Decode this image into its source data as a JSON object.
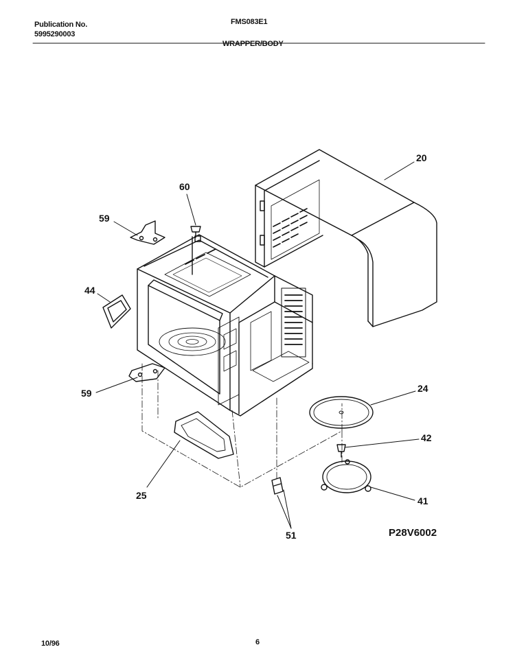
{
  "header": {
    "publication_label": "Publication No.",
    "publication_number": "5995290003",
    "model": "FMS083E1",
    "section_title": "WRAPPER/BODY"
  },
  "callouts": {
    "c20": "20",
    "c60": "60",
    "c59_top": "59",
    "c44": "44",
    "c59_bottom": "59",
    "c24": "24",
    "c42": "42",
    "c41": "41",
    "c25": "25",
    "c51": "51"
  },
  "figure_code": "P28V6002",
  "footer": {
    "date": "10/96",
    "page": "6"
  }
}
